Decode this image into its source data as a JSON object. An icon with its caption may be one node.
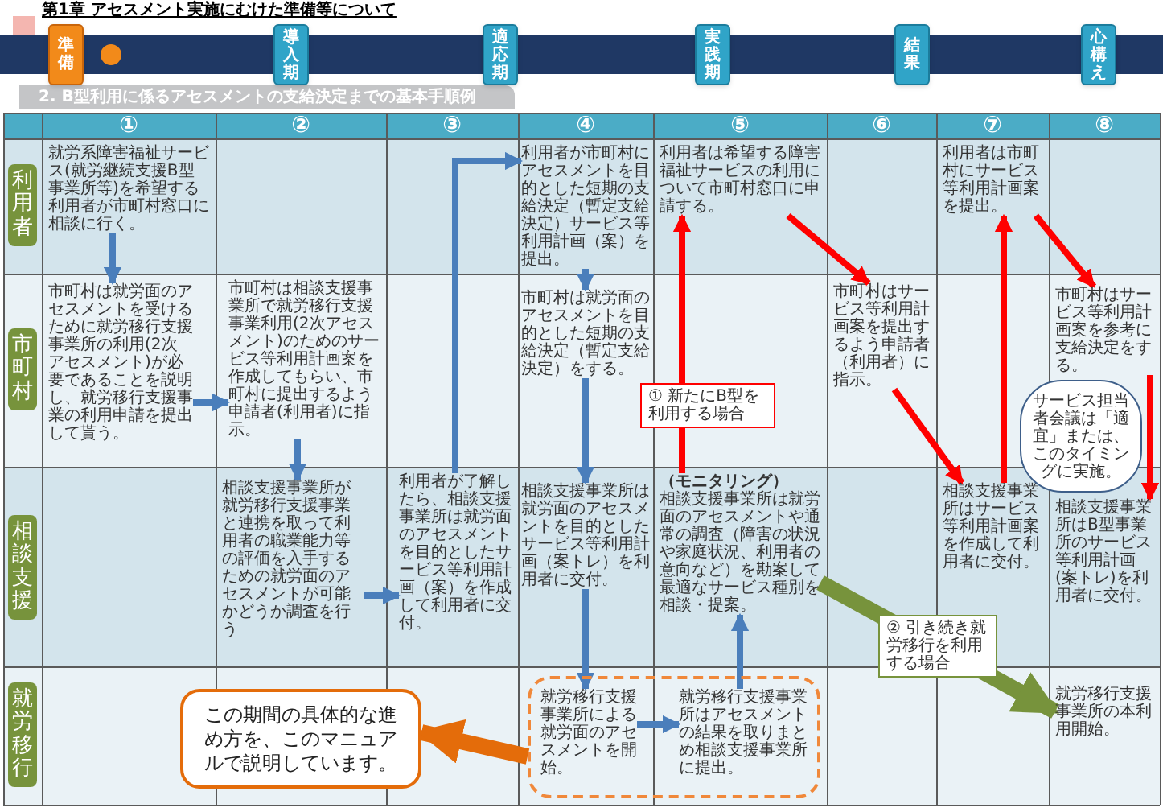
{
  "diagram": {
    "title": "第1章 アセスメント実施にむけた準備等について",
    "nodes": [
      {
        "text": [
          "準備"
        ]
      },
      {
        "text": [
          "導入期"
        ]
      },
      {
        "text": [
          "適応期"
        ]
      },
      {
        "text": [
          "実践期"
        ]
      },
      {
        "text": [
          "結果"
        ]
      },
      {
        "text": [
          "心構え"
        ]
      },
      {
        "text": [
          "利用者"
        ]
      },
      {
        "text": [
          "市町村"
        ]
      },
      {
        "text": [
          "相談支援"
        ]
      },
      {
        "text": [
          "就労移行"
        ]
      },
      {
        "text": [
          "就労系障害福祉サービス(就労継続支援B型事業所等)を希望する利用者が市町村窓口に相談に行く。"
        ]
      },
      {
        "text": [
          "市町村は就労面のアセスメントを受けるために就労移行支援事業所の利用(2次アセスメント)が必要であることを説明し、就労移行支援事業の利用申請を提出して貰う。"
        ]
      },
      {
        "text": [
          "市町村は相談支援事業所で就労移行支援事業利用(2次アセスメント)のためのサービス等利用計画案を作成してもらい、市町村に提出するよう申請者(利用者)に指示。"
        ]
      },
      {
        "text": [
          "相談支援事業所が就労移行支援事業と連携を取って利用者の職業能力等の評価を入手するための就労面のアセスメントが可能かどうか調査を行う"
        ]
      },
      {
        "text": [
          "利用者が了解したら、相談支援事業所は就労面のアセスメントを目的としたサービス等利用計画（案）を作成して利用者に交付。"
        ]
      },
      {
        "text": [
          "利用者が市町村にアセスメントを目的とした短期の支給決定（暫定支給決定）サービス等利用計画（案）を提出。"
        ]
      },
      {
        "text": [
          "市町村は就労面のアセスメントを目的とした短期の支給決定（暫定支給決定）をする。"
        ]
      },
      {
        "text": [
          "相談支援事業所は就労面のアセスメントを目的としたサービス等利用計画（案トレ）を利用者に交付。"
        ]
      },
      {
        "text": [],
        "shape": "box"
      },
      {
        "text": [
          "就労移行支援事業所による就労面のアセスメントを開始。"
        ],
        "in": 18
      },
      {
        "text": [
          "就労移行支援事業所はアセスメントの結果を取りまとめ相談支援事業所に提出。"
        ],
        "in": 18
      },
      {
        "text": [
          "（モニタリング）",
          "相談支援事業所は就労面のアセスメントや通常の調査（障害の状況や家庭状況、利用者の意向など）を勘案して最適なサービス種別を相談・提案。"
        ]
      },
      {
        "text": [
          "利用者は希望する障害福祉サービスの利用について市町村窓口に申請する。"
        ]
      },
      {
        "text": [
          "市町村はサービス等利用計画案を提出するよう申請者（利用者）に指示。"
        ]
      },
      {
        "text": [
          "利用者は市町村にサービス等利用計画案を提出。"
        ]
      },
      {
        "text": [
          "相談支援事業所はサービス等利用計画案を作成して利用者に交付。"
        ]
      },
      {
        "text": [
          "市町村はサービス等利用計画案を参考に支給決定をする。"
        ]
      },
      {
        "text": [
          "相談支援事業所はB型事業所のサービス等利用計画(案トレ)を利用者に交付。"
        ]
      },
      {
        "text": [
          "就労移行支援事業所の本利用開始。"
        ]
      },
      {
        "text": [
          "サービス担当者会議は「適宜」または、このタイミングに実施。"
        ]
      },
      {
        "text": [
          "この期間の具体的な進め方を、このマニュアルで説明しています。"
        ]
      }
    ],
    "edges": [
      {
        "from": 10,
        "to": 11,
        "arrow": "to"
      },
      {
        "from": 11,
        "to": 12,
        "arrow": "to"
      },
      {
        "from": 12,
        "to": 13,
        "arrow": "to"
      },
      {
        "from": 13,
        "to": 14,
        "arrow": "to"
      },
      {
        "from": 14,
        "to": 15,
        "arrow": "to"
      },
      {
        "from": 15,
        "to": 16,
        "arrow": "to"
      },
      {
        "from": 16,
        "to": 17,
        "arrow": "to"
      },
      {
        "from": 17,
        "to": 19,
        "arrow": "to"
      },
      {
        "from": 19,
        "to": 20,
        "arrow": "to"
      },
      {
        "from": 20,
        "to": 21,
        "arrow": "to"
      },
      {
        "from": 21,
        "to": 22,
        "arrow": "to",
        "label": "① 新たにB型を利用する場合",
        "color": "#ff0000"
      },
      {
        "from": 22,
        "to": 23,
        "arrow": "to",
        "color": "#ff0000"
      },
      {
        "from": 23,
        "to": 25,
        "arrow": "to",
        "color": "#ff0000"
      },
      {
        "from": 25,
        "to": 24,
        "arrow": "to",
        "color": "#ff0000"
      },
      {
        "from": 24,
        "to": 26,
        "arrow": "to",
        "color": "#ff0000"
      },
      {
        "from": 26,
        "to": 27,
        "arrow": "to",
        "color": "#ff0000"
      },
      {
        "from": 21,
        "to": 28,
        "arrow": "to",
        "label": "② 引き続き就労移行を利用する場合",
        "style": "thick",
        "color": "#77933c"
      },
      {
        "from": 18,
        "to": 30,
        "arrow": "to",
        "style": "thick",
        "color": "#e46c0a"
      }
    ],
    "labels": [
      "2. B型利用に係るアセスメントの支給決定までの基本手順例",
      "①",
      "②",
      "③",
      "④",
      "⑤",
      "⑥",
      "⑦",
      "⑧"
    ]
  }
}
